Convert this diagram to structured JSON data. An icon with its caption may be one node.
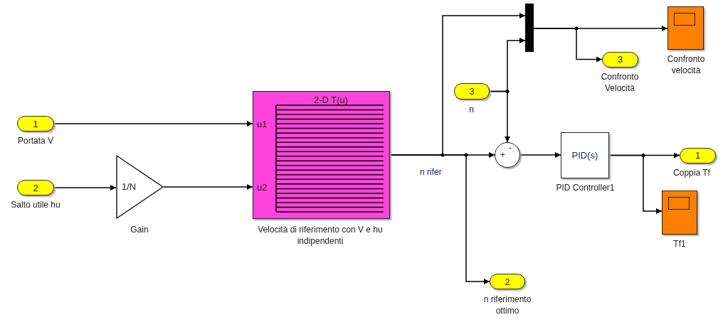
{
  "diagram": {
    "nodes": [
      {
        "text": [
          "1"
        ],
        "beside": [
          "Portata V"
        ]
      },
      {
        "text": [
          "2"
        ],
        "beside": [
          "Salto utile hu"
        ]
      },
      {
        "text": [
          "1/N"
        ],
        "beside": [
          "Gain"
        ]
      },
      {
        "text": [
          "2-D T(u)",
          "u1",
          "u2"
        ],
        "beside": [
          "Velocità di riferimento con V e hu indipendenti"
        ]
      },
      {
        "text": [
          "+",
          "-"
        ]
      },
      {
        "text": [
          "PID(s)"
        ],
        "beside": [
          "PID Controller1"
        ]
      },
      {
        "text": [
          "1"
        ],
        "beside": [
          "Coppia Tf"
        ]
      },
      {
        "text": [],
        "shape": "box",
        "beside": [
          "Tf1"
        ]
      },
      {
        "text": [
          "3"
        ],
        "beside": [
          "n"
        ]
      },
      {
        "text": [],
        "shape": "bar"
      },
      {
        "text": [],
        "shape": "box",
        "beside": [
          "Confronto velocità"
        ]
      },
      {
        "text": [
          "3"
        ],
        "beside": [
          "Confronto Velocità"
        ]
      },
      {
        "text": [
          "2"
        ],
        "beside": [
          "n riferimento ottimo"
        ]
      }
    ],
    "edges": [
      {
        "from": 0,
        "to": 3,
        "arrow": "to"
      },
      {
        "from": 1,
        "to": 2,
        "arrow": "to"
      },
      {
        "from": 2,
        "to": 3,
        "arrow": "to"
      },
      {
        "from": 3,
        "to": 4,
        "arrow": "to",
        "label": "n rifer"
      },
      {
        "from": 3,
        "to": 9,
        "arrow": "to"
      },
      {
        "from": 3,
        "to": 12,
        "arrow": "to"
      },
      {
        "from": 8,
        "to": 4,
        "arrow": "to"
      },
      {
        "from": 8,
        "to": 9,
        "arrow": "to"
      },
      {
        "from": 4,
        "to": 5,
        "arrow": "to"
      },
      {
        "from": 5,
        "to": 6,
        "arrow": "to"
      },
      {
        "from": 5,
        "to": 7,
        "arrow": "to"
      },
      {
        "from": 9,
        "to": 10,
        "arrow": "to"
      },
      {
        "from": 9,
        "to": 11,
        "arrow": "to"
      }
    ]
  }
}
